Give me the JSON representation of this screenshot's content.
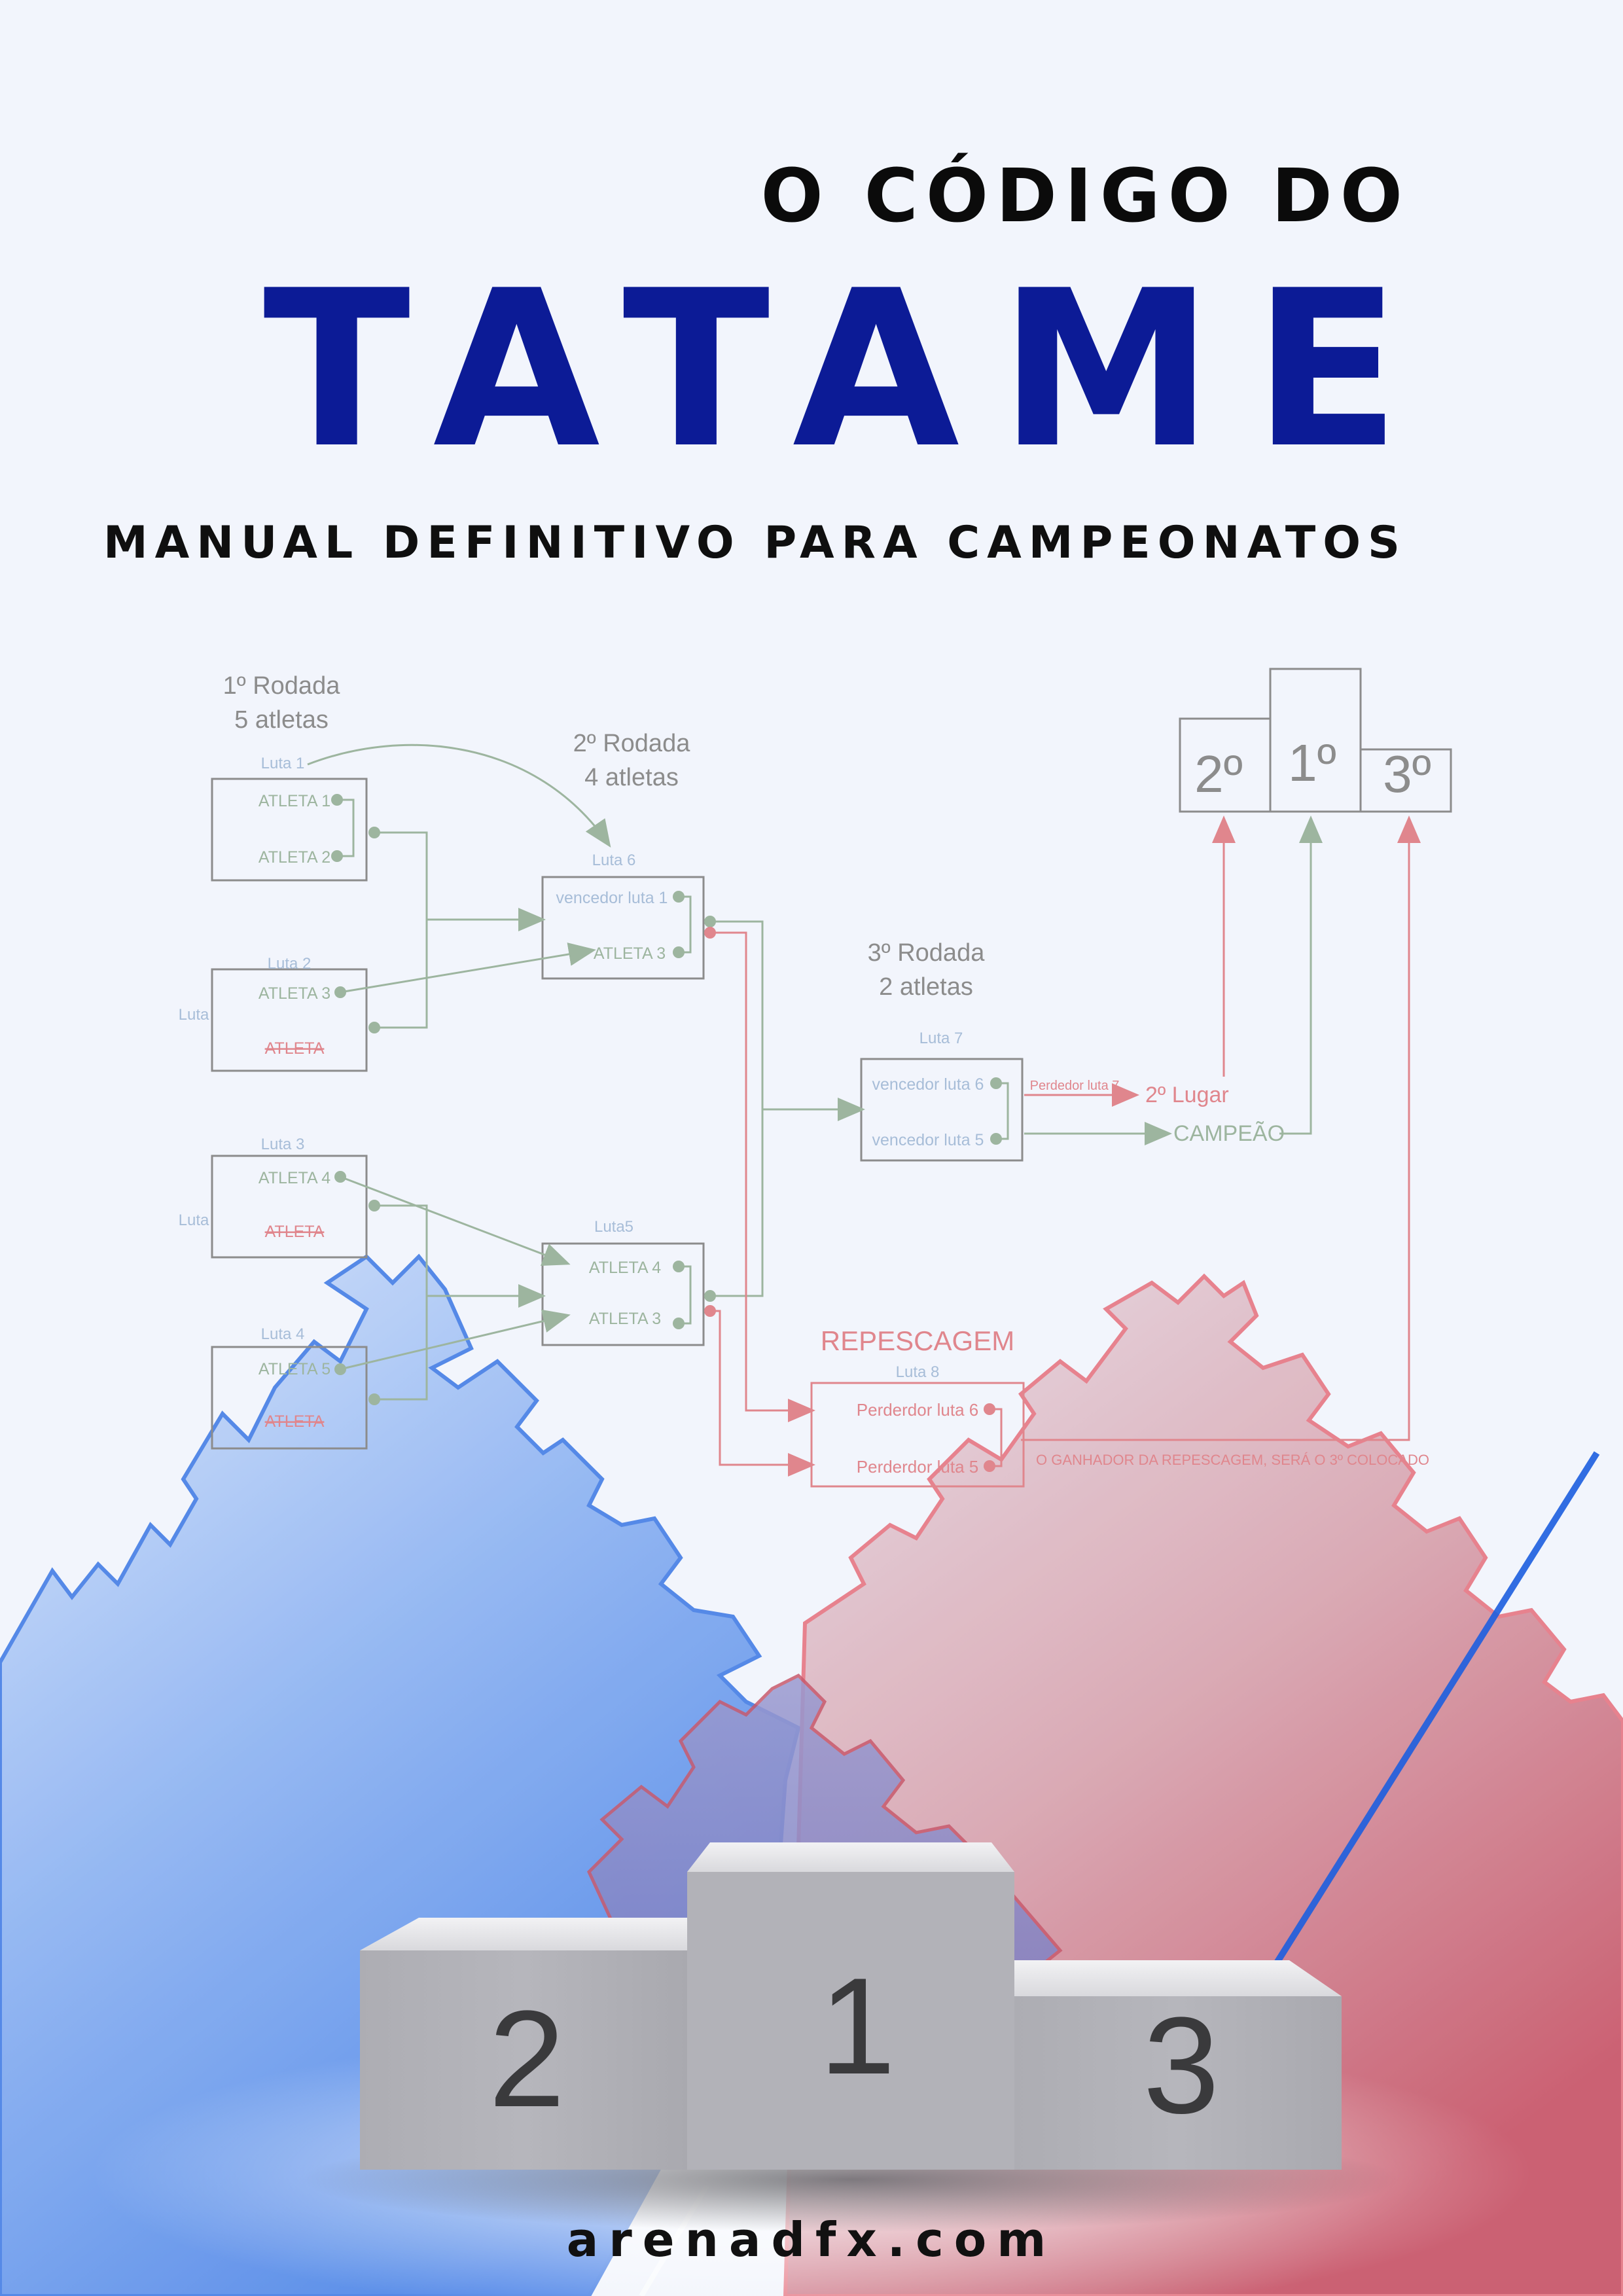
{
  "cover": {
    "title_top": "O CÓDIGO DO",
    "title_main": "TATAME",
    "subtitle": "MANUAL DEFINITIVO PARA CAMPEONATOS",
    "website": "arenadfx.com"
  },
  "bracket": {
    "round1": {
      "line1": "1º Rodada",
      "line2": "5 atletas"
    },
    "round2": {
      "line1": "2º Rodada",
      "line2": "4 atletas"
    },
    "round3": {
      "line1": "3º Rodada",
      "line2": "2 atletas"
    },
    "luta1": {
      "label": "Luta 1",
      "a": "ATLETA 1",
      "b": "ATLETA 2"
    },
    "luta2": {
      "label": "Luta 2",
      "a": "ATLETA 3",
      "b": "ATLETA",
      "side": "Luta"
    },
    "luta3": {
      "label": "Luta 3",
      "a": "ATLETA 4",
      "b": "ATLETA",
      "side": "Luta"
    },
    "luta4": {
      "label": "Luta 4",
      "a": "ATLETA 5",
      "b": "ATLETA"
    },
    "luta6": {
      "label": "Luta 6",
      "a": "vencedor luta 1",
      "b": "ATLETA 3"
    },
    "luta5": {
      "label": "Luta5",
      "a": "ATLETA 4",
      "b": "ATLETA 3"
    },
    "luta7": {
      "label": "Luta 7",
      "a": "vencedor luta 6",
      "b": "vencedor luta 5",
      "loser_label": "Perdedor luta 7"
    },
    "results": {
      "second": "2º Lugar",
      "champion": "CAMPEÃO"
    },
    "repescagem": {
      "title": "REPESCAGEM",
      "label": "Luta 8",
      "a": "Perderdor luta 6",
      "b": "Perderdor luta 5",
      "note": "O GANHADOR DA REPESCAGEM, SERÁ O 3º COLOCADO"
    },
    "podium_small": {
      "first": "1º",
      "second": "2º",
      "third": "3º"
    }
  },
  "podium": {
    "first": "1",
    "second": "2",
    "third": "3"
  },
  "colors": {
    "title_blue": "#0c1b96",
    "bracket_green": "#9db59f",
    "bracket_red": "#e0868d",
    "bracket_gray": "#8c8c8c",
    "mat_blue": "#5a8fe8",
    "mat_red": "#d26b7a"
  }
}
